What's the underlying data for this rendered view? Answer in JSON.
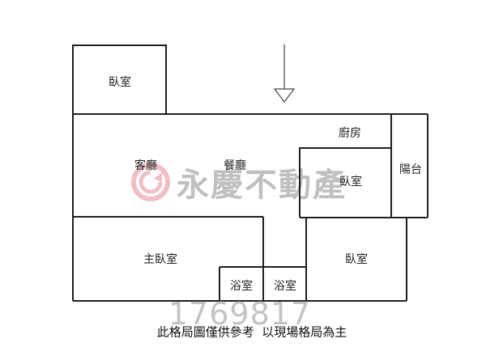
{
  "floorplan": {
    "rooms": [
      {
        "id": "bedroom-top",
        "label": "臥室"
      },
      {
        "id": "living-room",
        "label": "客廳"
      },
      {
        "id": "dining-room",
        "label": "餐廳"
      },
      {
        "id": "kitchen",
        "label": "廚房"
      },
      {
        "id": "bedroom-middle",
        "label": "臥室"
      },
      {
        "id": "balcony",
        "label": "陽台"
      },
      {
        "id": "master-bedroom",
        "label": "主臥室"
      },
      {
        "id": "bathroom-1",
        "label": "浴室"
      },
      {
        "id": "bathroom-2",
        "label": "浴室"
      },
      {
        "id": "bedroom-right",
        "label": "臥室"
      }
    ],
    "entrance_arrow": "entrance-arrow-icon"
  },
  "watermark": {
    "brand_name": "永慶不動產",
    "brand_logo_color": "#e7a0a8",
    "brand_text_color": "#8c8c8c",
    "listing_number": "1769817"
  },
  "caption": "此格局圖僅供參考  以現場格局為主"
}
